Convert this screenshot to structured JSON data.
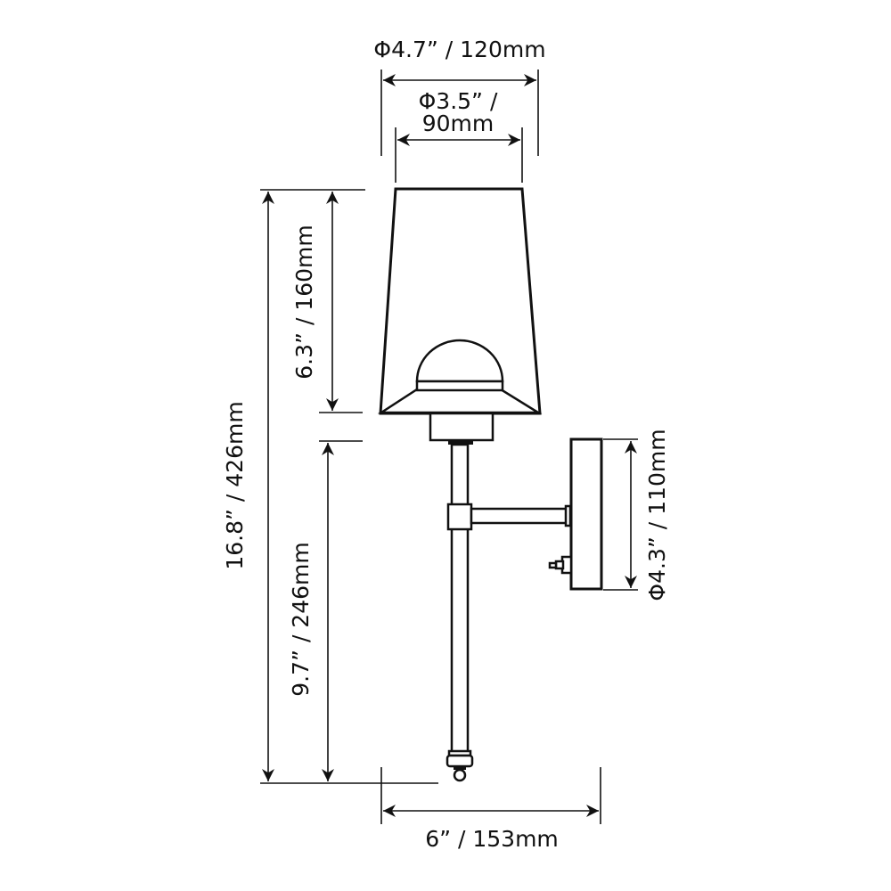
{
  "diagram": {
    "subject": "Wall sconce dimension drawing",
    "dimensions": {
      "shade_top_diameter": "Φ4.7” / 120mm",
      "shade_bottom_diameter_line1": "Φ3.5” /",
      "shade_bottom_diameter_line2": "90mm",
      "shade_height": "6.3” / 160mm",
      "total_height": "16.8” / 426mm",
      "stem_height": "9.7” / 246mm",
      "backplate_height": "Φ4.3” / 110mm",
      "extension": "6” / 153mm"
    },
    "colors": {
      "line": "#111111",
      "background": "#ffffff"
    }
  }
}
